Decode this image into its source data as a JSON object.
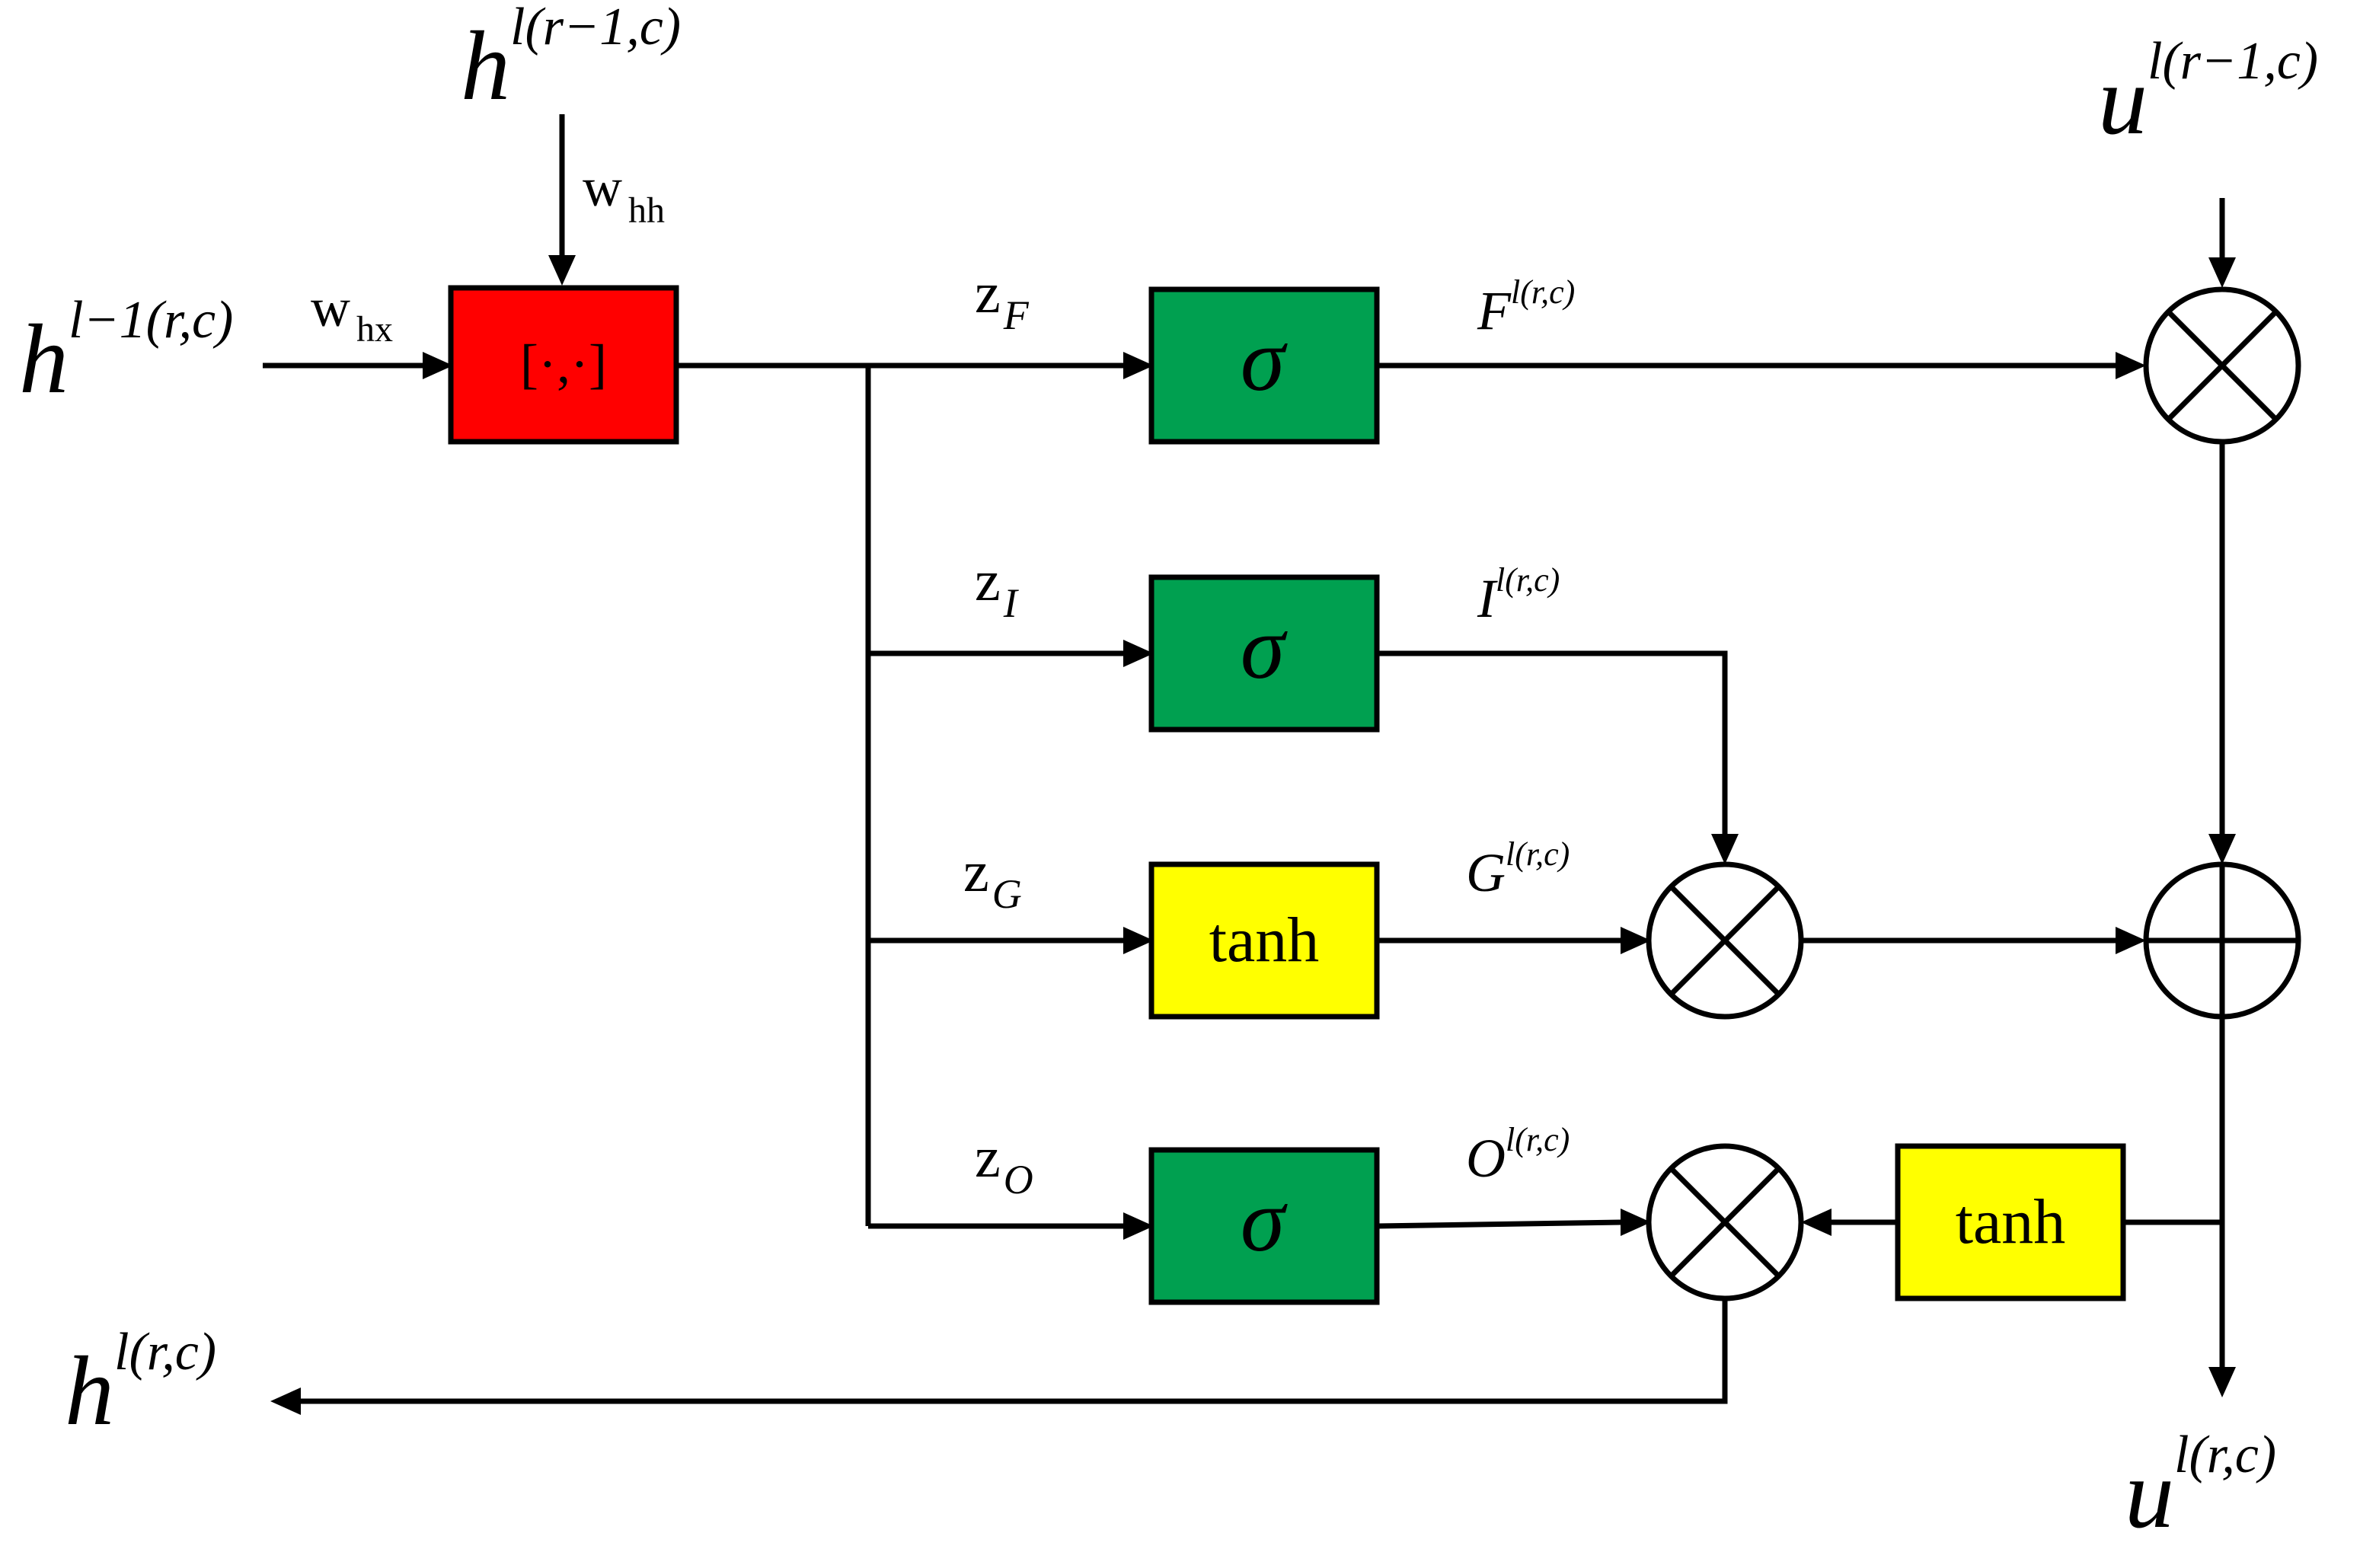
{
  "colors": {
    "concat_fill": "#ff0000",
    "sigma_fill": "#00a050",
    "tanh_fill": "#ffff00",
    "stroke": "#000000"
  },
  "blocks": {
    "concat": "[·,·]",
    "forget_gate": "σ",
    "input_gate": "σ",
    "candidate": "tanh",
    "output_gate": "σ",
    "cell_tanh": "tanh"
  },
  "inputs": {
    "h_left": {
      "base": "h",
      "sup": "l−1(r,c)"
    },
    "h_top": {
      "base": "h",
      "sup": "l(r−1,c)"
    },
    "u_top": {
      "base": "u",
      "sup": "l(r−1,c)"
    }
  },
  "outputs": {
    "h_out": {
      "base": "h",
      "sup": "l(r,c)"
    },
    "u_out": {
      "base": "u",
      "sup": "l(r,c)"
    }
  },
  "weights": {
    "w_hx": {
      "base": "w",
      "sub": "hx"
    },
    "w_hh": {
      "base": "w",
      "sub": "hh"
    }
  },
  "pre_activations": {
    "z_F": {
      "base": "z",
      "sub": "F"
    },
    "z_I": {
      "base": "z",
      "sub": "I"
    },
    "z_G": {
      "base": "z",
      "sub": "G"
    },
    "z_O": {
      "base": "z",
      "sub": "O"
    }
  },
  "gate_outputs": {
    "F": {
      "base": "F",
      "sup": "l(r,c)"
    },
    "I": {
      "base": "I",
      "sup": "l(r,c)"
    },
    "G": {
      "base": "G",
      "sup": "l(r,c)"
    },
    "O": {
      "base": "O",
      "sup": "l(r,c)"
    }
  },
  "operators": {
    "multiply": "multiply-icon",
    "add": "add-icon"
  }
}
